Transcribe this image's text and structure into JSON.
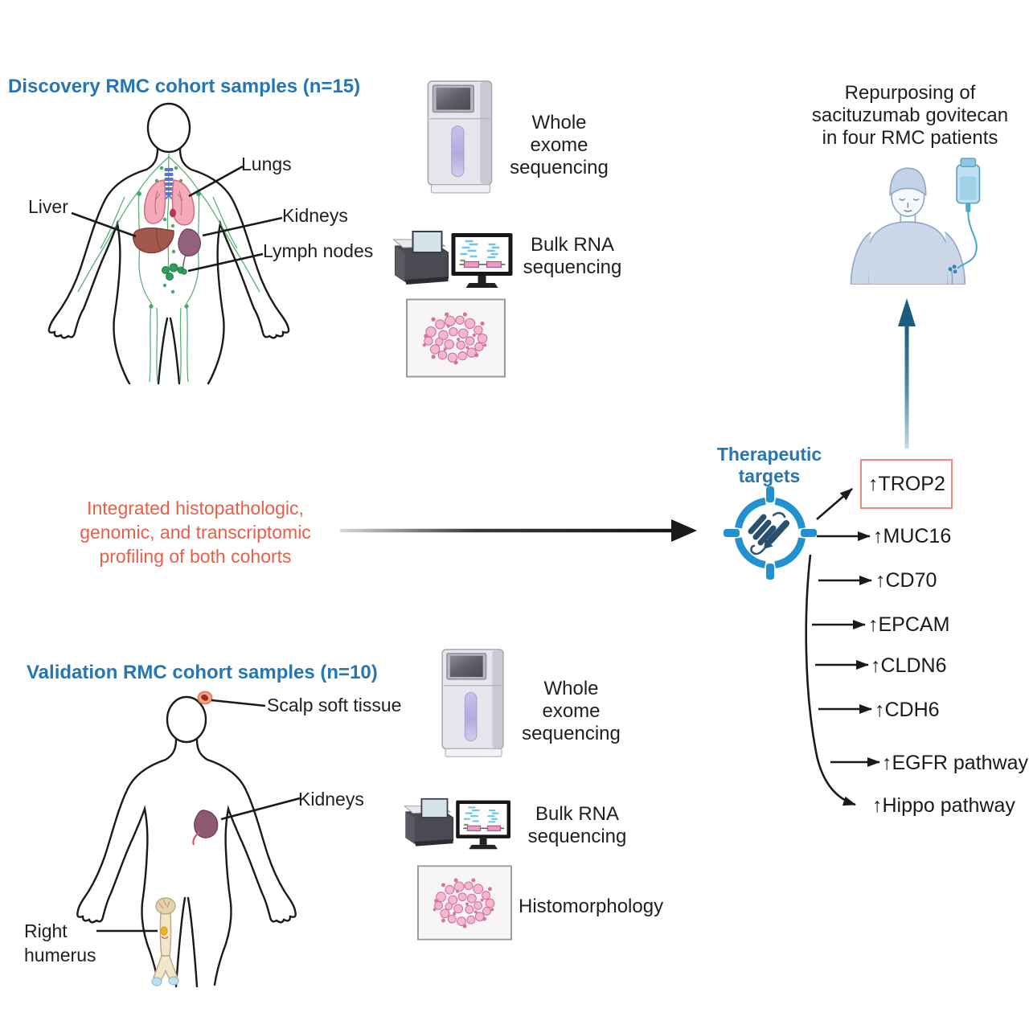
{
  "colors": {
    "heading_blue": "#2776b4",
    "accent_orange": "#e85f49",
    "target_icon_blue": "#2191d0",
    "trop2_box_border": "#f0897a",
    "treatment_arrow_teal": "#1d5d80",
    "arrow_black": "#1a1a1a",
    "lymphatic_green": "#4aa76b",
    "lung_pink": "#f4aab9",
    "liver_brown": "#a3584d",
    "kidney_purple": "#8e5a72"
  },
  "discovery": {
    "title": "Discovery RMC cohort samples (n=15)",
    "labels": {
      "lungs": "Lungs",
      "liver": "Liver",
      "kidneys": "Kidneys",
      "lymph_nodes": "Lymph nodes"
    },
    "assays": {
      "wes": "Whole exome sequencing",
      "rna": "Bulk RNA sequencing"
    }
  },
  "validation": {
    "title": "Validation RMC cohort samples (n=10)",
    "labels": {
      "scalp": "Scalp soft tissue",
      "kidneys": "Kidneys",
      "humerus": "Right humerus"
    },
    "assays": {
      "wes": "Whole exome sequencing",
      "rna": "Bulk RNA sequencing",
      "histology": "Histomorphology"
    }
  },
  "integration": {
    "text": "Integrated histopathologic, genomic, and transcriptomic profiling of both cohorts"
  },
  "therapeutic": {
    "label": "Therapeutic targets"
  },
  "outcome": {
    "text": "Repurposing of sacituzumab govitecan in four RMC patients"
  },
  "targets": {
    "trop2": "↑TROP2",
    "muc16": "↑MUC16",
    "cd70": "↑CD70",
    "epcam": "↑EPCAM",
    "cldn6": "↑CLDN6",
    "cdh6": "↑CDH6",
    "egfr": "↑EGFR pathway",
    "hippo": "↑Hippo pathway"
  }
}
